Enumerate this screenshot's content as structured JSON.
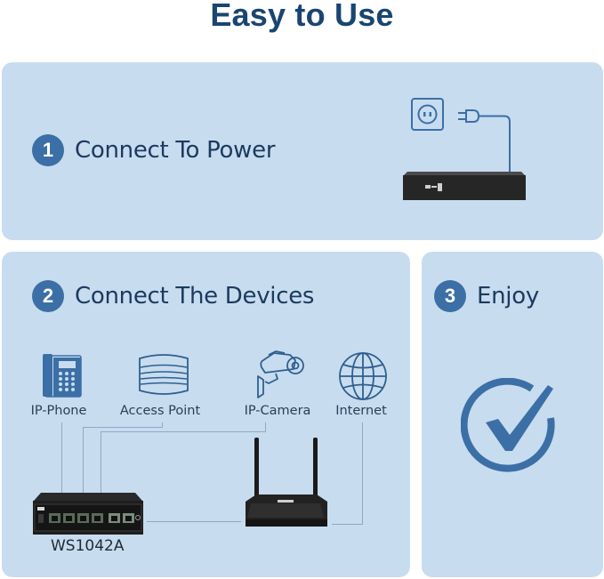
{
  "header": {
    "title": "Easy to Use"
  },
  "theme": {
    "panel_bg": "#c8dcef",
    "accent": "#3b6fa6",
    "title_color": "#1a4570",
    "text_color": "#1c3a5e"
  },
  "steps": [
    {
      "number": "1",
      "label": "Connect To Power",
      "icons": [
        "power-socket-icon",
        "power-plug-icon",
        "switch-rear-icon"
      ]
    },
    {
      "number": "2",
      "label": "Connect The Devices",
      "devices": [
        {
          "label": "IP-Phone",
          "icon": "ip-phone-icon"
        },
        {
          "label": "Access Point",
          "icon": "access-point-icon"
        },
        {
          "label": "IP-Camera",
          "icon": "ip-camera-icon"
        },
        {
          "label": "Internet",
          "icon": "globe-icon"
        }
      ],
      "switch": {
        "model": "WS1042A",
        "icon": "network-switch-icon"
      },
      "router": {
        "icon": "wifi-router-icon"
      }
    },
    {
      "number": "3",
      "label": "Enjoy",
      "icon": "check-circle-icon"
    }
  ]
}
